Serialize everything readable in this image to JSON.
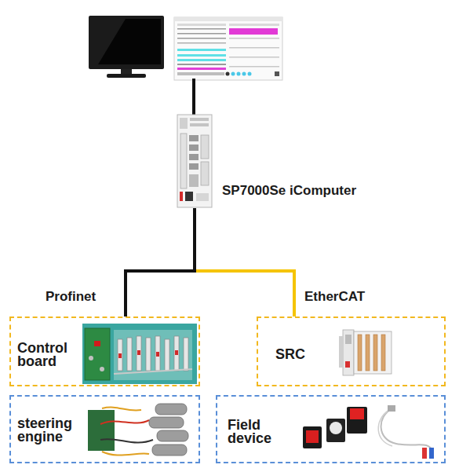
{
  "diagram": {
    "nodes": [
      {
        "text": [
          "SP7000Se iComputer"
        ]
      },
      {
        "text": [
          "Control board"
        ]
      },
      {
        "text": [
          "SRC"
        ]
      },
      {
        "text": [
          "steering engine"
        ]
      },
      {
        "text": [
          "Field device"
        ]
      }
    ],
    "edges": [
      {
        "from": 0,
        "to": 1,
        "label": "Profinet",
        "arrow": "none"
      },
      {
        "from": 0,
        "to": 2,
        "label": "EtherCAT",
        "arrow": "none"
      }
    ]
  }
}
